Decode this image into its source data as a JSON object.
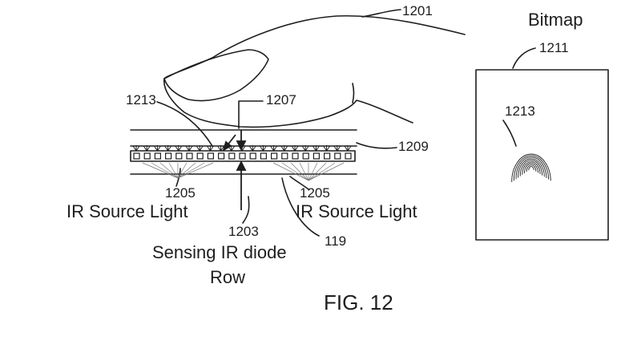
{
  "labels": {
    "finger_ref": "1201",
    "bitmap_title": "Bitmap",
    "bitmap_ref": "1211",
    "fingerprint_ref_left": "1213",
    "arrow_ref": "1207",
    "bitmap_fingerprint_ref": "1213",
    "cover_ref": "1209",
    "source_ref_left": "1205",
    "source_ref_right": "1205",
    "source_text_left": "IR Source Light",
    "source_text_right": "IR Source Light",
    "sensor_ref": "1203",
    "panel_ref": "119",
    "sensor_text_line1": "Sensing IR diode",
    "sensor_text_line2": "Row",
    "figure_caption": "FIG. 12"
  },
  "colors": {
    "ink": "#1e1e1e",
    "background": "#ffffff"
  }
}
